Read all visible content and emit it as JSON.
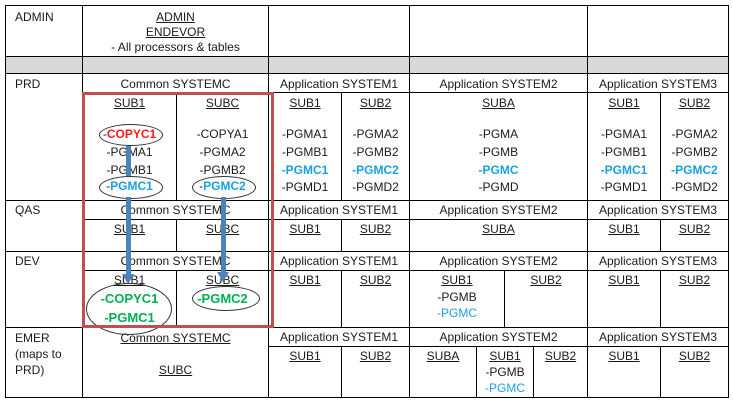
{
  "admin": {
    "label": "ADMIN",
    "lines": [
      "ADMIN",
      "ENDEVOR",
      "- All processors & tables"
    ]
  },
  "rows": {
    "prd": {
      "label": "PRD",
      "common": {
        "title": "Common SYSTEMC",
        "sub1": {
          "name": "SUB1",
          "items": [
            "-COPYC1",
            "-PGMA1",
            "-PGMB1",
            "-PGMC1"
          ]
        },
        "subc": {
          "name": "SUBC",
          "items": [
            "-COPYA1",
            "-PGMA2",
            "-PGMB2",
            "-PGMC2"
          ]
        }
      },
      "sys1": {
        "title": "Application SYSTEM1",
        "sub1": {
          "name": "SUB1",
          "items": [
            "-PGMA1",
            "-PGMB1",
            "-PGMC1",
            "-PGMD1"
          ]
        },
        "sub2": {
          "name": "SUB2",
          "items": [
            "-PGMA2",
            "-PGMB2",
            "-PGMC2",
            "-PGMD2"
          ]
        }
      },
      "sys2": {
        "title": "Application SYSTEM2",
        "suba": {
          "name": "SUBA",
          "items": [
            "-PGMA",
            "-PGMB",
            "-PGMC",
            "-PGMD"
          ]
        }
      },
      "sys3": {
        "title": "Application SYSTEM3",
        "sub1": {
          "name": "SUB1",
          "items": [
            "-PGMA1",
            "-PGMB1",
            "-PGMC1",
            "-PGMD1"
          ]
        },
        "sub2": {
          "name": "SUB2",
          "items": [
            "-PGMA2",
            "-PGMB2",
            "-PGMC2",
            "-PGMD2"
          ]
        }
      }
    },
    "qas": {
      "label": "QAS",
      "common": {
        "title": "Common SYSTEMC",
        "sub1": "SUB1",
        "subc": "SUBC"
      },
      "sys1": {
        "title": "Application SYSTEM1",
        "sub1": "SUB1",
        "sub2": "SUB2"
      },
      "sys2": {
        "title": "Application SYSTEM2",
        "suba": "SUBA"
      },
      "sys3": {
        "title": "Application SYSTEM3",
        "sub1": "SUB1",
        "sub2": "SUB2"
      }
    },
    "dev": {
      "label": "DEV",
      "common": {
        "title": "Common SYSTEMC",
        "sub1": "SUB1",
        "sub1_items": [
          "-COPYC1",
          "-PGMC1"
        ],
        "subc": "SUBC",
        "subc_items": [
          "-PGMC2"
        ]
      },
      "sys1": {
        "title": "Application SYSTEM1",
        "sub1": "SUB1",
        "sub2": "SUB2"
      },
      "sys2": {
        "title": "Application SYSTEM2",
        "sub1": "SUB1",
        "sub1_items": [
          "-PGMB",
          "-PGMC"
        ],
        "sub2": "SUB2"
      },
      "sys3": {
        "title": "Application SYSTEM3",
        "sub1": "SUB1",
        "sub2": "SUB2"
      }
    },
    "emer": {
      "label_lines": [
        "EMER",
        "(maps to",
        "PRD)"
      ],
      "common": {
        "title": "Common SYSTEMC",
        "subc": "SUBC"
      },
      "sys1": {
        "title": "Application SYSTEM1",
        "sub1": "SUB1",
        "sub2": "SUB2"
      },
      "sys2": {
        "title": "Application SYSTEM2",
        "suba": "SUBA",
        "sub1": "SUB1",
        "sub1_items": [
          "-PGMB",
          "-PGMC"
        ],
        "sub2": "SUB2"
      },
      "sys3": {
        "title": "Application SYSTEM3",
        "sub1": "SUB1",
        "sub2": "SUB2"
      }
    }
  },
  "colors": {
    "highlight_box": "#c0504d",
    "arrow": "#4f81bd",
    "changed_item": "#1aa0e0",
    "source_item": "#ff1a1a",
    "promoted_item": "#00b050",
    "separator_row": "#d9d9d9"
  }
}
